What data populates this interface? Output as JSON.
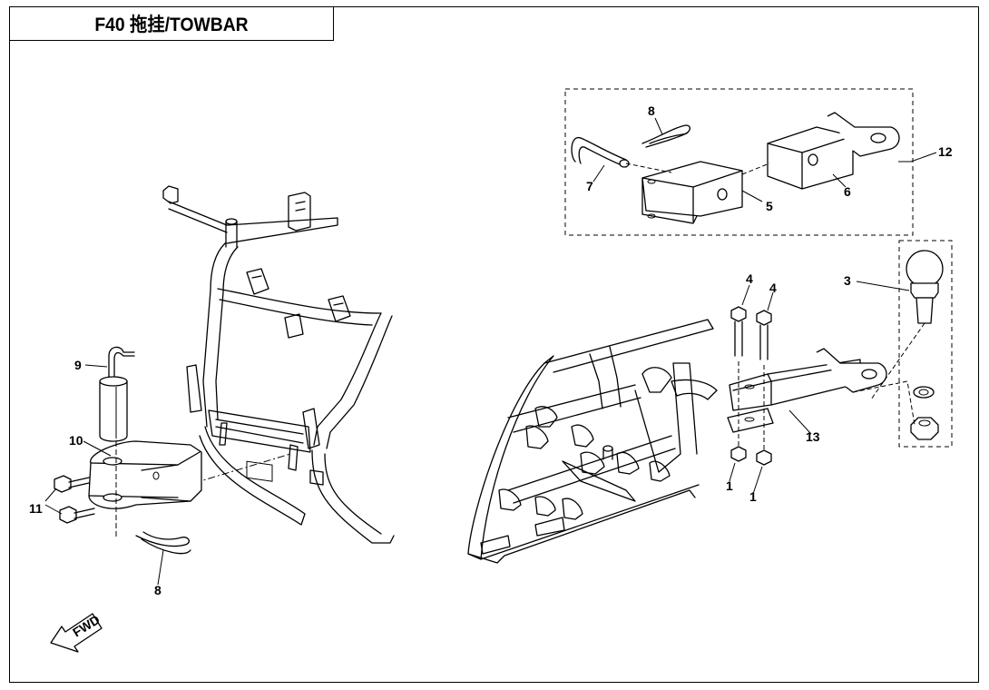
{
  "title": "F40 拖挂/TOWBAR",
  "fwd_label": "FWD",
  "callouts": [
    {
      "id": "c1a",
      "text": "1"
    },
    {
      "id": "c1b",
      "text": "1"
    },
    {
      "id": "c3",
      "text": "3"
    },
    {
      "id": "c4a",
      "text": "4"
    },
    {
      "id": "c4b",
      "text": "4"
    },
    {
      "id": "c5",
      "text": "5"
    },
    {
      "id": "c6",
      "text": "6"
    },
    {
      "id": "c7",
      "text": "7"
    },
    {
      "id": "c8a",
      "text": "8"
    },
    {
      "id": "c8b",
      "text": "8"
    },
    {
      "id": "c9",
      "text": "9"
    },
    {
      "id": "c10",
      "text": "10"
    },
    {
      "id": "c11",
      "text": "11"
    },
    {
      "id": "c12",
      "text": "12"
    },
    {
      "id": "c13",
      "text": "13"
    }
  ]
}
